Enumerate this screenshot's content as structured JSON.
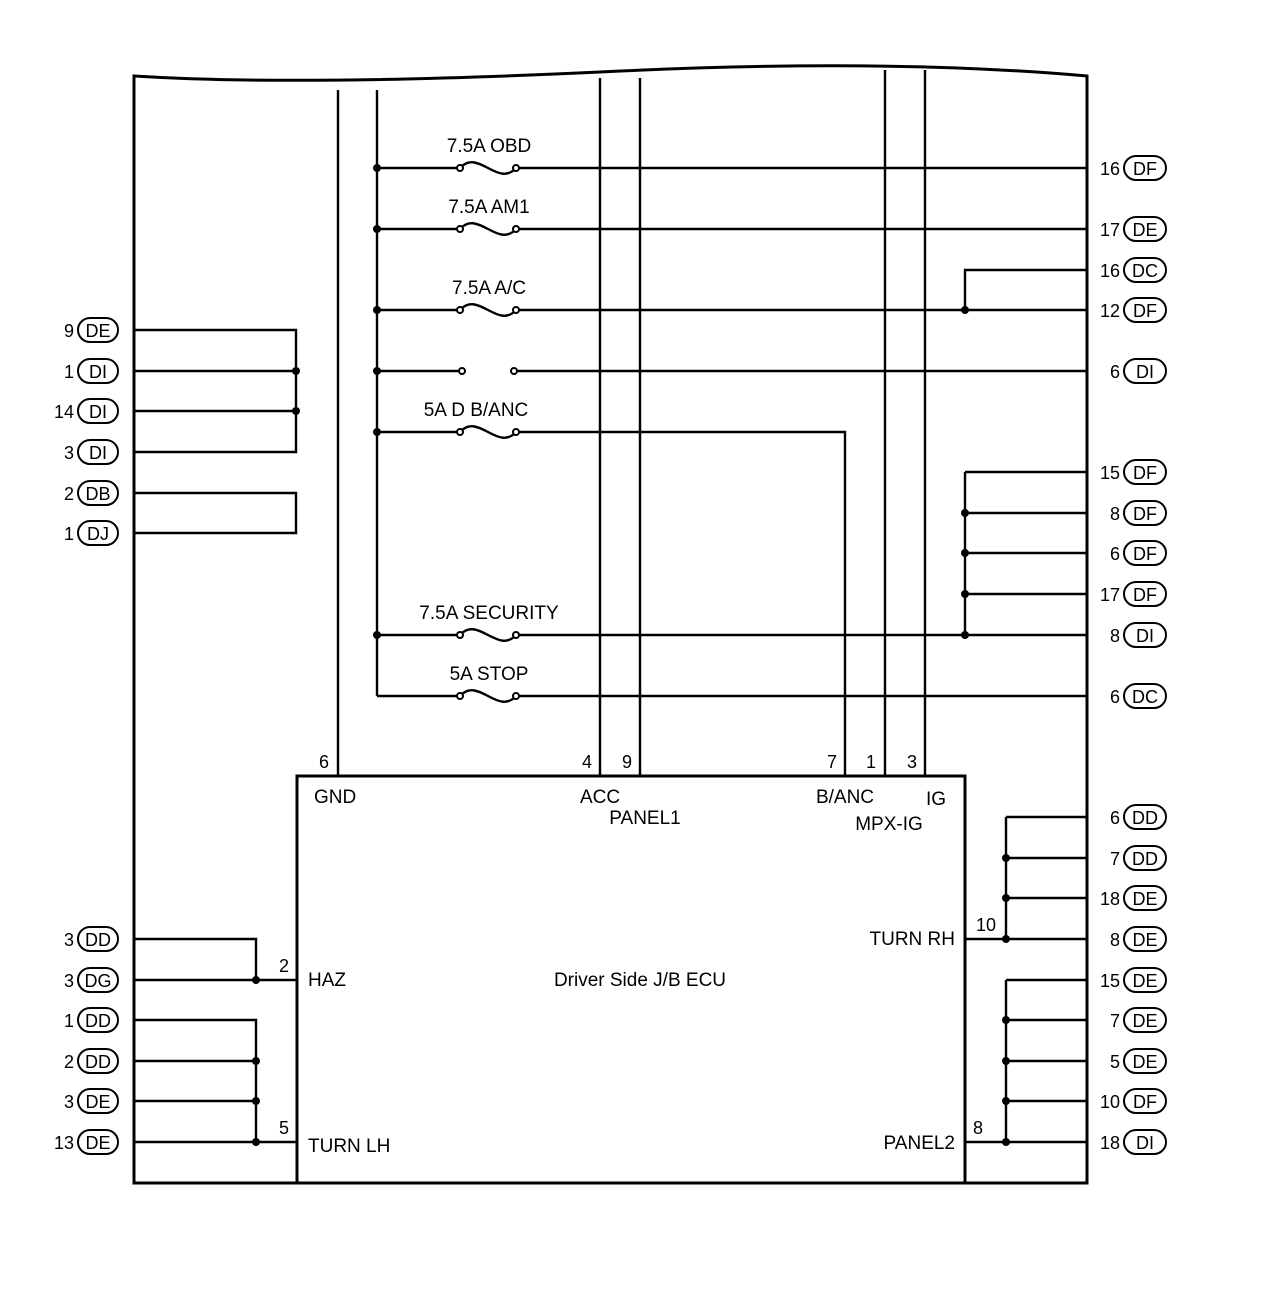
{
  "fuses": [
    {
      "rating": "7.5A OBD"
    },
    {
      "rating": "7.5A AM1"
    },
    {
      "rating": "7.5A A/C"
    },
    {
      "rating": ""
    },
    {
      "rating": "5A D B/ANC"
    },
    {
      "rating": "7.5A SECURITY"
    },
    {
      "rating": "5A STOP"
    }
  ],
  "ecu": {
    "title": "Driver Side J/B ECU",
    "terminals": {
      "gnd": {
        "pin": "6",
        "name": "GND"
      },
      "acc": {
        "pin": "4",
        "name": "ACC"
      },
      "panel1": {
        "pin": "9",
        "name": "PANEL1"
      },
      "banc": {
        "pin": "7",
        "name": "B/ANC"
      },
      "mpxig": {
        "pin": "1",
        "name": "MPX-IG"
      },
      "ig": {
        "pin": "3",
        "name": "IG"
      },
      "haz": {
        "pin": "2",
        "name": "HAZ"
      },
      "turnlh": {
        "pin": "5",
        "name": "TURN LH"
      },
      "turnrh": {
        "pin": "10",
        "name": "TURN RH"
      },
      "panel2": {
        "pin": "8",
        "name": "PANEL2"
      }
    }
  },
  "left_connectors": [
    {
      "pin": "9",
      "code": "DE"
    },
    {
      "pin": "1",
      "code": "DI"
    },
    {
      "pin": "14",
      "code": "DI"
    },
    {
      "pin": "3",
      "code": "DI"
    },
    {
      "pin": "2",
      "code": "DB"
    },
    {
      "pin": "1",
      "code": "DJ"
    },
    {
      "pin": "3",
      "code": "DD"
    },
    {
      "pin": "3",
      "code": "DG"
    },
    {
      "pin": "1",
      "code": "DD"
    },
    {
      "pin": "2",
      "code": "DD"
    },
    {
      "pin": "3",
      "code": "DE"
    },
    {
      "pin": "13",
      "code": "DE"
    }
  ],
  "right_connectors": [
    {
      "pin": "16",
      "code": "DF"
    },
    {
      "pin": "17",
      "code": "DE"
    },
    {
      "pin": "16",
      "code": "DC"
    },
    {
      "pin": "12",
      "code": "DF"
    },
    {
      "pin": "6",
      "code": "DI"
    },
    {
      "pin": "15",
      "code": "DF"
    },
    {
      "pin": "8",
      "code": "DF"
    },
    {
      "pin": "6",
      "code": "DF"
    },
    {
      "pin": "17",
      "code": "DF"
    },
    {
      "pin": "8",
      "code": "DI"
    },
    {
      "pin": "6",
      "code": "DC"
    },
    {
      "pin": "6",
      "code": "DD"
    },
    {
      "pin": "7",
      "code": "DD"
    },
    {
      "pin": "18",
      "code": "DE"
    },
    {
      "pin": "8",
      "code": "DE"
    },
    {
      "pin": "15",
      "code": "DE"
    },
    {
      "pin": "7",
      "code": "DE"
    },
    {
      "pin": "5",
      "code": "DE"
    },
    {
      "pin": "10",
      "code": "DF"
    },
    {
      "pin": "18",
      "code": "DI"
    }
  ]
}
